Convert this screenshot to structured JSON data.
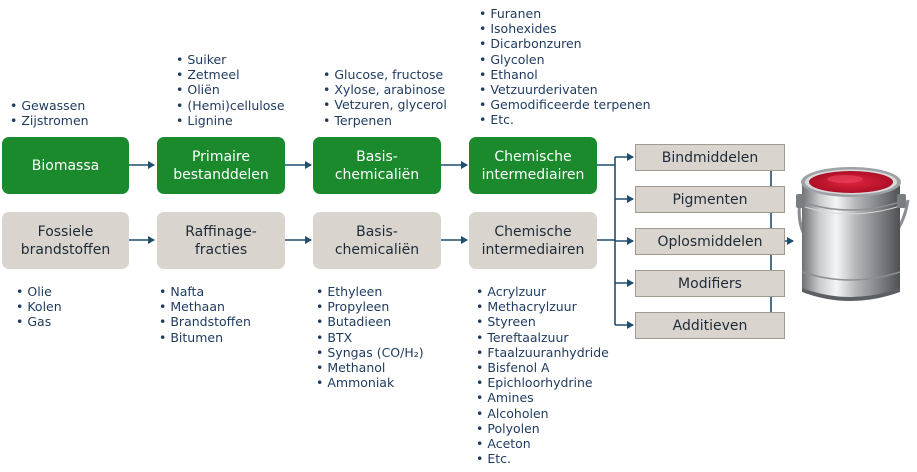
{
  "green_row": [
    {
      "line1": "Biomassa",
      "line2": ""
    },
    {
      "line1": "Primaire",
      "line2": "bestanddelen"
    },
    {
      "line1": "Basis-",
      "line2": "chemicaliën"
    },
    {
      "line1": "Chemische",
      "line2": "intermediairen"
    }
  ],
  "grey_row": [
    {
      "line1": "Fossiele",
      "line2": "brandstoffen"
    },
    {
      "line1": "Raffinage-",
      "line2": "fracties"
    },
    {
      "line1": "Basis-",
      "line2": "chemicaliën"
    },
    {
      "line1": "Chemische",
      "line2": "intermediairen"
    }
  ],
  "outputs": [
    "Bindmiddelen",
    "Pigmenten",
    "Oplosmiddelen",
    "Modifiers",
    "Additieven"
  ],
  "top_lists": {
    "biomassa": [
      "Gewassen",
      "Zijstromen"
    ],
    "primaire": [
      "Suiker",
      "Zetmeel",
      "Oliën",
      "(Hemi)cellulose",
      "Lignine"
    ],
    "basis": [
      "Glucose, fructose",
      "Xylose, arabinose",
      "Vetzuren,  glycerol",
      "Terpenen"
    ],
    "intermediairen": [
      "Furanen",
      "Isohexides",
      "Dicarbonzuren",
      "Glycolen",
      "Ethanol",
      "Vetzuurderivaten",
      "Gemodificeerde terpenen",
      "Etc."
    ]
  },
  "bottom_lists": {
    "fossiel": [
      "Olie",
      "Kolen",
      "Gas"
    ],
    "raffinage": [
      "Nafta",
      "Methaan",
      "Brandstoffen",
      "Bitumen"
    ],
    "basis": [
      "Ethyleen",
      "Propyleen",
      "Butadieen",
      "BTX",
      "Syngas (CO/H₂)",
      "Methanol",
      "Ammoniak"
    ],
    "intermediairen": [
      "Acrylzuur",
      "Methacrylzuur",
      "Styreen",
      "Tereftaalzuur",
      "Ftaalzuuranhydride",
      "Bisfenol A",
      "Epichloorhydrine",
      "Amines",
      "Alcoholen",
      "Polyolen",
      "Aceton",
      "Etc."
    ]
  },
  "colors": {
    "green": "#1a8a2c",
    "grey": "#d9d5ce",
    "arrow": "#1e4f6e",
    "list_text": "#1e3a5f",
    "paint": "#c8102e"
  },
  "icons": {
    "product": "paint-can-icon"
  }
}
